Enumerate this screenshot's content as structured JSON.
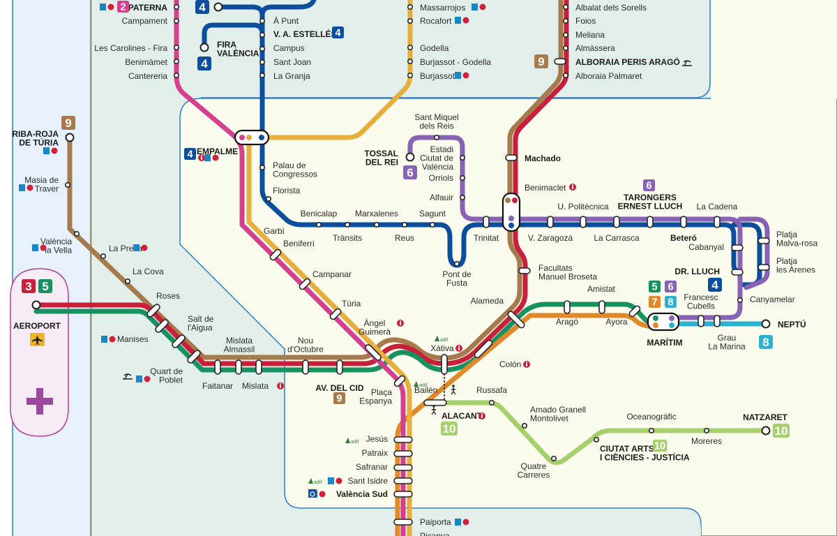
{
  "map": {
    "title": "Metrovalencia network map",
    "colors": {
      "line1": "#e6ae3c",
      "line2": "#d4408e",
      "line3": "#c81f3a",
      "line4": "#0b4f9c",
      "line5": "#17915f",
      "line6": "#8862b3",
      "line7": "#e0892b",
      "line8": "#2bb2d0",
      "line9": "#a57a4c",
      "line10": "#a6d06c",
      "zone_a": "#e2eeea",
      "zone_b": "#fbfbee",
      "zone_c": "#e6f1fb",
      "zone_border": "#2b7fd0"
    }
  },
  "line_badges": [
    {
      "line": "2"
    },
    {
      "line": "4"
    },
    {
      "line": "4"
    },
    {
      "line": "4"
    },
    {
      "line": "9"
    },
    {
      "line": "4"
    },
    {
      "line": "6"
    },
    {
      "line": "6"
    },
    {
      "line": "9"
    },
    {
      "line": "3"
    },
    {
      "line": "5"
    },
    {
      "line": "5"
    },
    {
      "line": "6"
    },
    {
      "line": "7"
    },
    {
      "line": "8"
    },
    {
      "line": "4"
    },
    {
      "line": "8"
    },
    {
      "line": "9"
    },
    {
      "line": "10"
    },
    {
      "line": "10"
    },
    {
      "line": "10"
    }
  ],
  "stations": {
    "paterna": "PATERNA",
    "campament": "Campament",
    "carolines": "Les Carolines - Fira",
    "benimamet": "Benimàmet",
    "cantereria": "Cantereria",
    "apunt": "À Punt",
    "estelles": "V. A. ESTELLÉS",
    "campus": "Campus",
    "santjoan": "Sant Joan",
    "lagranja": "La Granja",
    "fira": [
      "FIRA",
      "VALÈNCIA"
    ],
    "empalme": "EMPALME",
    "palau": [
      "Palau de",
      "Congressos"
    ],
    "florista": "Florista",
    "benicalap": "Benicalap",
    "transits": "Trànsits",
    "marxalenes": "Marxalenes",
    "reus": "Reus",
    "sagunt": "Sagunt",
    "pontfusta": [
      "Pont de",
      "Fusta"
    ],
    "trinitat": "Trinitat",
    "zaragoza": "V. Zaragozá",
    "upolitecnica": "U. Politècnica",
    "carrasca": "La Carrasca",
    "tarongers": [
      "TARONGERS",
      "ERNEST LLUCH"
    ],
    "betero": "Beteró",
    "cadena": "La Cadena",
    "cabanyal": "Cabanyal",
    "drlluch": "DR. LLUCH",
    "malvarosa": [
      "Platja",
      "Malva-rosa"
    ],
    "arenes": [
      "Platja",
      "les Arenes"
    ],
    "canyamelar": "Canyamelar",
    "massarrojos": "Massarrojos",
    "rocafort": "Rocafort",
    "godella": "Godella",
    "burjassotgodella": "Burjassot - Godella",
    "burjassot": "Burjassot",
    "albalat": "Albalat dels Sorells",
    "foios": "Foios",
    "meliana": "Meliana",
    "almassera": "Almàssera",
    "alboraia": "ALBORAIA PERIS ARAGÓ",
    "palmaret": "Alboraia Palmaret",
    "machado": "Machado",
    "benimaclet": "Benimaclet",
    "facultats": [
      "Facultats",
      "Manuel Broseta"
    ],
    "santmiquel": [
      "Sant Miquel",
      "dels Reis"
    ],
    "estadi": [
      "Estadi",
      "Ciutat de",
      "València"
    ],
    "orriols": "Orriols",
    "alfauir": "Alfauir",
    "tossal": [
      "TOSSAL",
      "DEL REI"
    ],
    "ribaroja": [
      "RIBA-ROJA",
      "DE TÚRIA"
    ],
    "masia": [
      "Masia de",
      "Traver"
    ],
    "vella": [
      "València",
      "la Vella"
    ],
    "lapresa": "La Presa",
    "lacova": "La Cova",
    "roses": "Roses",
    "salt": [
      "Salt de",
      "l'Aigua"
    ],
    "manises": "Manises",
    "quart": [
      "Quart de",
      "Poblet"
    ],
    "faitanar": "Faitanar",
    "almassil": [
      "Mislata",
      "Almassil"
    ],
    "mislata": "Mislata",
    "nouoctubre": [
      "Nou",
      "d'Octubre"
    ],
    "avcid": "AV. DEL CID",
    "angel": [
      "Àngel",
      "Guimerà"
    ],
    "espanya": [
      "Plaça",
      "Espanya"
    ],
    "garbi": "Garbí",
    "beniferri": "Beniferri",
    "campanar": "Campanar",
    "turia": "Túria",
    "xativa": "Xàtiva",
    "alameda": "Alameda",
    "colon": "Colón",
    "arago": "Aragó",
    "amistat": "Amistat",
    "ayora": "Ayora",
    "maritim": "MARÍTIM",
    "cubells": [
      "Francesc",
      "Cubells"
    ],
    "grau": [
      "Grau",
      "La Marina"
    ],
    "neptu": "NEPTÚ",
    "aeroport": "AEROPORT",
    "bailen": "Bailén",
    "russafa": "Russafa",
    "alacant": "ALACANT",
    "amado": [
      "Amado Granell",
      "Montolivet"
    ],
    "quatre": [
      "Quatre",
      "Carreres"
    ],
    "oceanografic": "Oceanogràfic",
    "cac": [
      "CIUTAT ARTS",
      "I CIÈNCIES - JUSTÍCIA"
    ],
    "moreres": "Moreres",
    "natzaret": "NATZARET",
    "jesus": "Jesús",
    "patraix": "Patraix",
    "safranar": "Safranar",
    "santisidre": "Sant Isidre",
    "valenciasud": "València Sud",
    "paiporta": "Paiporta",
    "picanya": "Picanya"
  },
  "icons": {
    "info": "info-icon",
    "park_ride": "park-and-ride-icon",
    "adif": "adif-rail-icon",
    "airport": "airplane-icon",
    "beach": "beach-icon",
    "walk": "pedestrian-icon",
    "accessible": "wheelchair-icon",
    "hospital": "plus-icon",
    "adif_text": "adif"
  }
}
